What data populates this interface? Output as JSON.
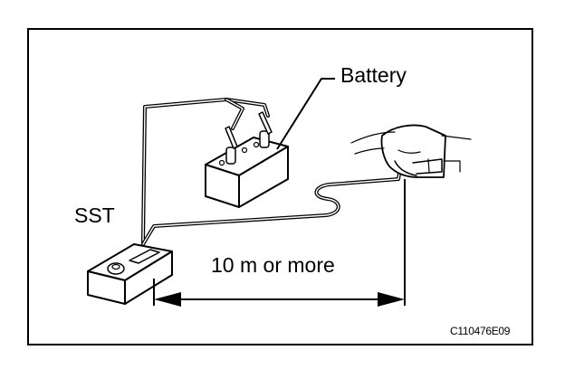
{
  "diagram": {
    "labels": {
      "battery": "Battery",
      "sst": "SST",
      "distance": "10 m or more",
      "figure_code": "C110476E09"
    }
  }
}
